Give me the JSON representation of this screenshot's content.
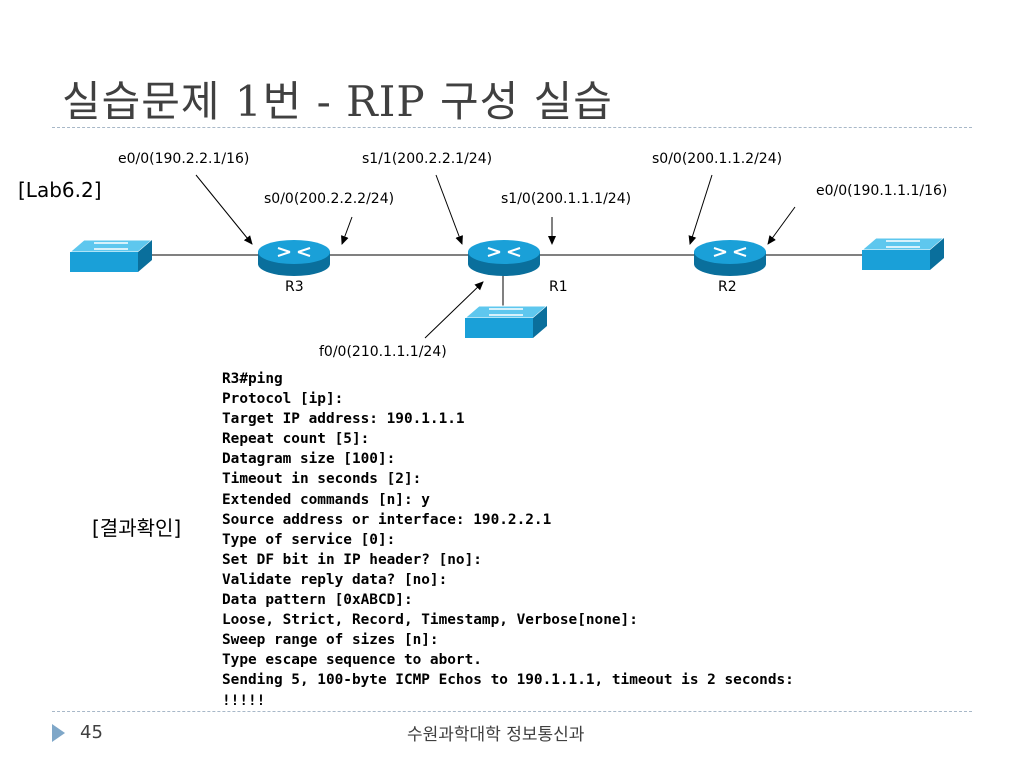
{
  "slide": {
    "title": "실습문제 1번 - RIP 구성 실습",
    "lab_tag": "[Lab6.2]",
    "result_tag": "[결과확인]",
    "page_number": "45",
    "footer_text": "수원과학대학 정보통신과"
  },
  "diagram": {
    "routers": [
      {
        "id": "R3",
        "label": "R3"
      },
      {
        "id": "R1",
        "label": "R1"
      },
      {
        "id": "R2",
        "label": "R2"
      }
    ],
    "switches": [
      "left-switch",
      "bottom-switch",
      "right-switch"
    ],
    "interfaces": {
      "r3_e0": "e0/0(190.2.2.1/16)",
      "r3_s0": "s0/0(200.2.2.2/24)",
      "r1_s11": "s1/1(200.2.2.1/24)",
      "r1_s10": "s1/0(200.1.1.1/24)",
      "r2_s0": "s0/0(200.1.1.2/24)",
      "r2_e0": "e0/0(190.1.1.1/16)",
      "r1_f0": "f0/0(210.1.1.1/24)"
    },
    "colors": {
      "device_fill": "#1aa0d8",
      "device_dark": "#0a6f9c",
      "link": "#000000"
    }
  },
  "console_lines": [
    "R3#ping",
    "Protocol [ip]:",
    "Target IP address: 190.1.1.1",
    "Repeat count [5]:",
    "Datagram size [100]:",
    "Timeout in seconds [2]:",
    "Extended commands [n]: y",
    "Source address or interface: 190.2.2.1",
    "Type of service [0]:",
    "Set DF bit in IP header? [no]:",
    "Validate reply data? [no]:",
    "Data pattern [0xABCD]:",
    "Loose, Strict, Record, Timestamp, Verbose[none]:",
    "Sweep range of sizes [n]:",
    "Type escape sequence to abort.",
    "Sending 5, 100-byte ICMP Echos to 190.1.1.1, timeout is 2 seconds:",
    "!!!!!"
  ]
}
